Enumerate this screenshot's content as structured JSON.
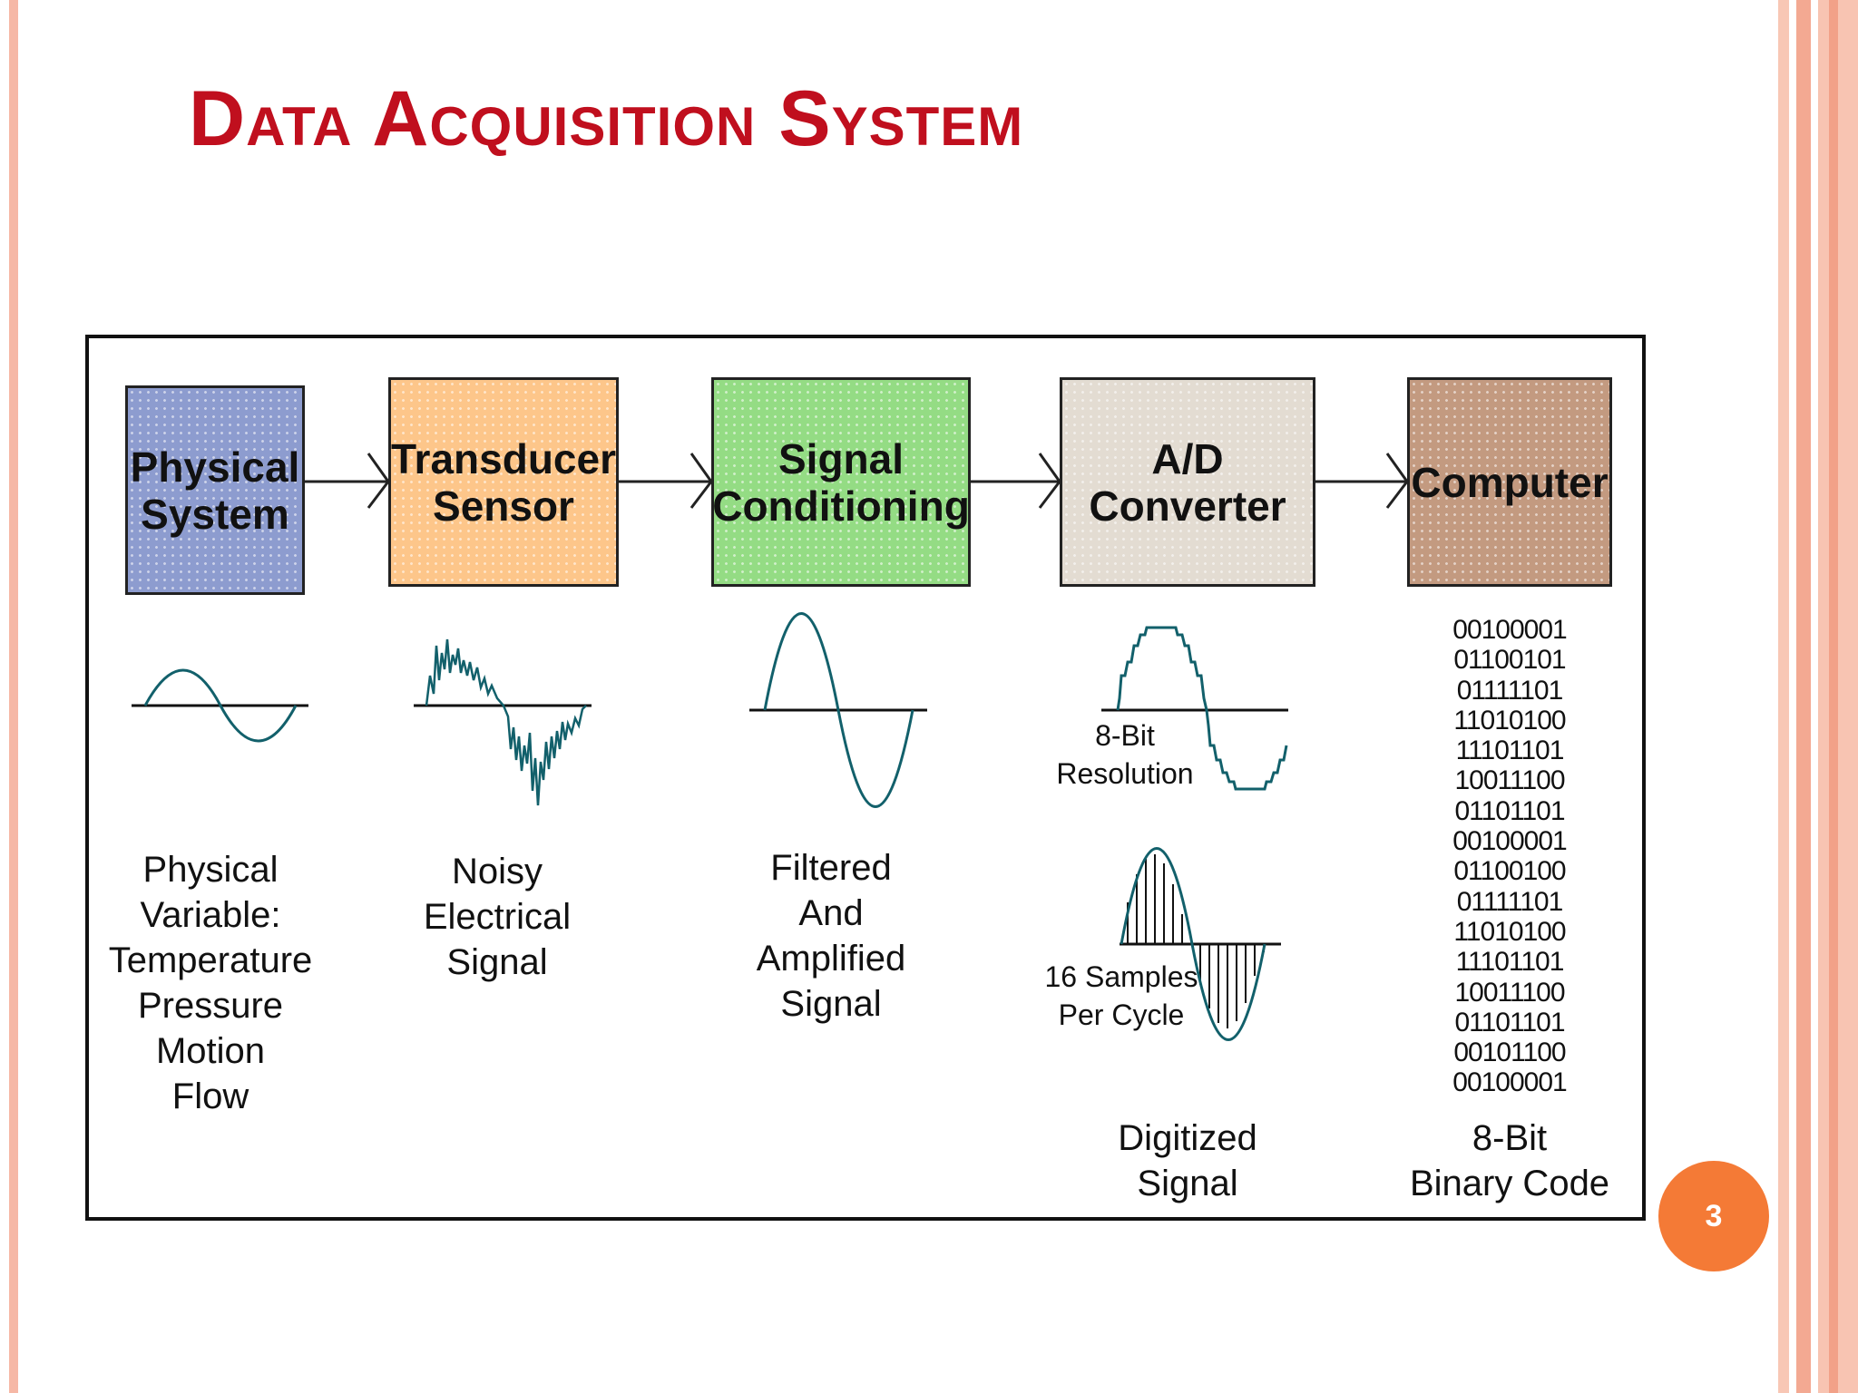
{
  "slide": {
    "title": "Data Acquisition System",
    "page_number": "3"
  },
  "colors": {
    "title": "#c00f1e",
    "page_badge": "#f47a36",
    "signal_wave": "#12606b",
    "stripe": "#f6b8a6"
  },
  "blocks": [
    {
      "label": "Physical\nSystem",
      "color": "#8d9ccf"
    },
    {
      "label": "Transducer\nSensor",
      "color": "#fdc68a"
    },
    {
      "label": "Signal\nConditioning",
      "color": "#94dc84"
    },
    {
      "label": "A/D\nConverter",
      "color": "#e3dcd2"
    },
    {
      "label": "Computer",
      "color": "#c39a80"
    }
  ],
  "captions": {
    "physical": "Physical\nVariable:\nTemperature\nPressure\nMotion\nFlow",
    "noisy": "Noisy\nElectrical\nSignal",
    "filtered": "Filtered\nAnd\nAmplified\nSignal",
    "resolution": "8-Bit\nResolution",
    "samples": "16 Samples\nPer Cycle",
    "digitized": "Digitized\nSignal",
    "binary_code": "8-Bit\nBinary Code"
  },
  "binary_values": [
    "00100001",
    "01100101",
    "01111101",
    "11010100",
    "11101101",
    "10011100",
    "01101101",
    "00100001",
    "01100100",
    "01111101",
    "11010100",
    "11101101",
    "10011100",
    "01101101",
    "00101100",
    "00100001"
  ]
}
